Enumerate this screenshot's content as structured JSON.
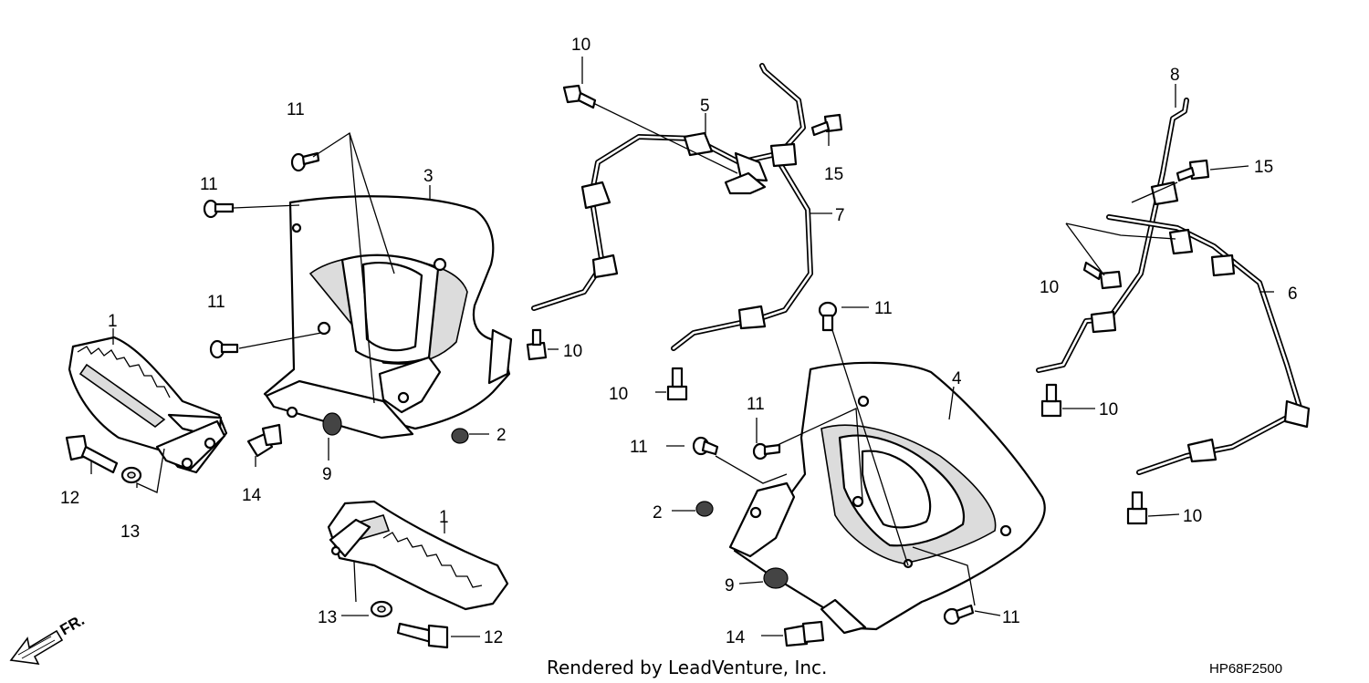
{
  "callouts": {
    "c1a": "1",
    "c1b": "1",
    "c2a": "2",
    "c2b": "2",
    "c3": "3",
    "c4": "4",
    "c5": "5",
    "c6": "6",
    "c7": "7",
    "c8": "8",
    "c9a": "9",
    "c9b": "9",
    "c10a": "10",
    "c10b": "10",
    "c10c": "10",
    "c10d": "10",
    "c10e": "10",
    "c10f": "10",
    "c11a": "11",
    "c11b": "11",
    "c11c": "11",
    "c11d": "11",
    "c11e": "11",
    "c11f": "11",
    "c11g": "11",
    "c12a": "12",
    "c12b": "12",
    "c13a": "13",
    "c13b": "13",
    "c14a": "14",
    "c14b": "14",
    "c15a": "15",
    "c15b": "15"
  },
  "direction_label": "FR.",
  "footer": {
    "credit": "Rendered by LeadVenture, Inc.",
    "code": "HP68F2500"
  }
}
